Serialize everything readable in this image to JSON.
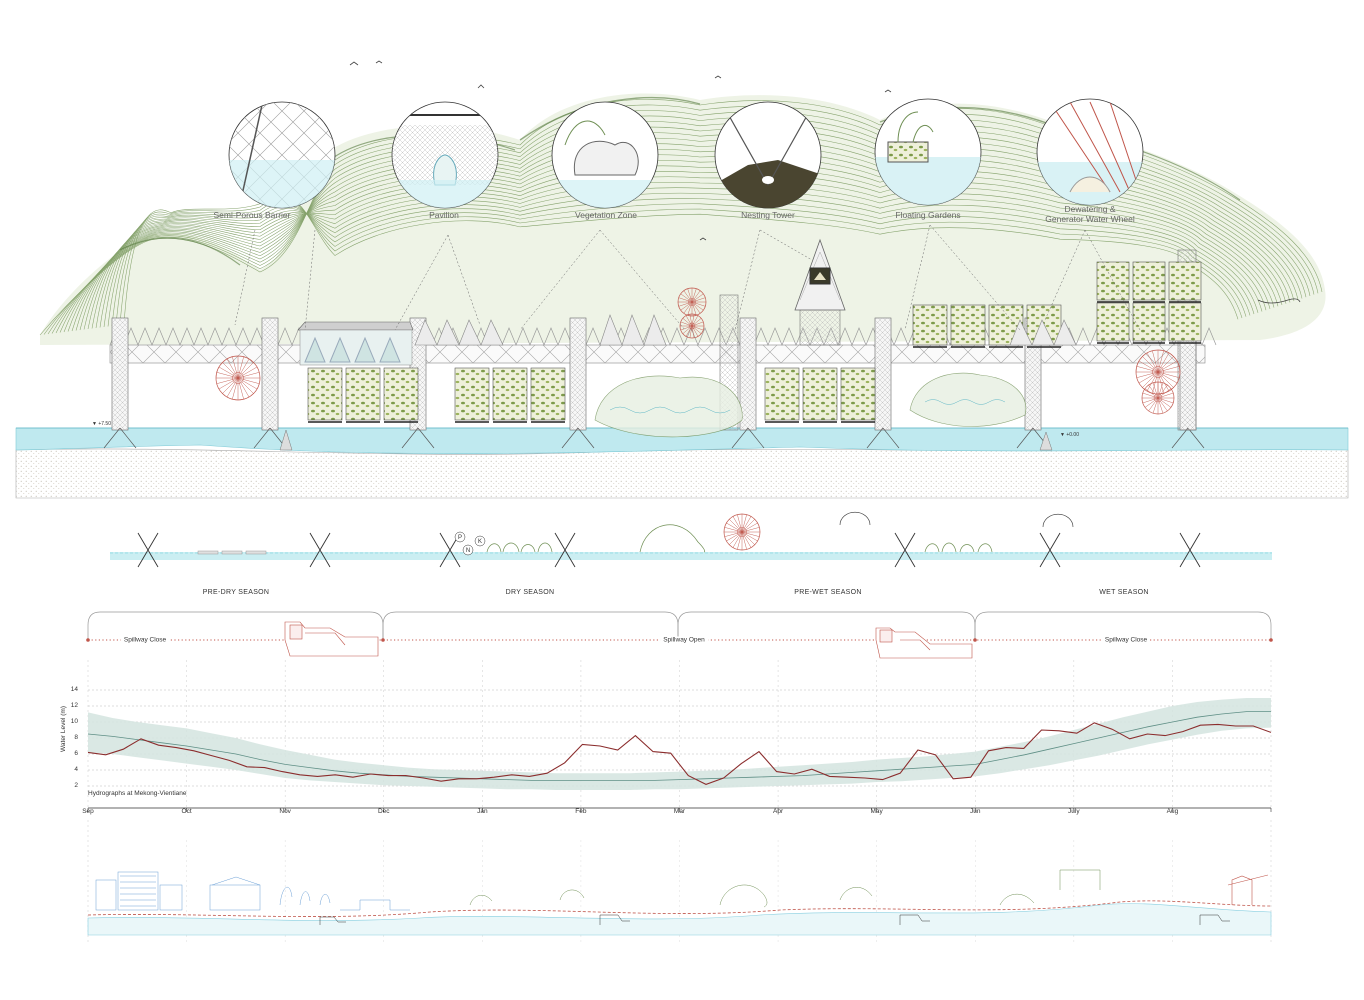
{
  "section": {
    "circles": [
      {
        "label": "Semi-Porous Barrier"
      },
      {
        "label": "Pavilion"
      },
      {
        "label": "Vegetation Zone"
      },
      {
        "label": "Nesting Tower"
      },
      {
        "label": "Floating Gardens"
      },
      {
        "label": "Dewatering & Generator Water Wheel"
      }
    ],
    "elevation_left": "▼ +7.50",
    "elevation_right": "▼ +0.00"
  },
  "seasons": [
    "PRE-DRY SEASON",
    "DRY SEASON",
    "PRE-WET SEASON",
    "WET SEASON"
  ],
  "spillway": {
    "left": "Spillway Close",
    "middle": "Spillway Open",
    "right": "Spillway Close"
  },
  "colors": {
    "water": "#bfe9ef",
    "contour": "#6f8f54",
    "accent": "#c0564b",
    "band": "#d3e4df",
    "mean": "#5f8f86",
    "observed": "#8b2d2d"
  },
  "chart_data": {
    "type": "line",
    "title": "Hydrographs at Mekong-Vientiane",
    "xlabel": "",
    "ylabel": "Water Level (m)",
    "categories": [
      "Sep",
      "Oct",
      "Nov",
      "Dec",
      "Jan",
      "Feb",
      "Mar",
      "Apr",
      "May",
      "Jun",
      "July",
      "Aug"
    ],
    "yticks": [
      2,
      4,
      6,
      8,
      10,
      12,
      14
    ],
    "ylim": [
      0,
      14
    ],
    "grid": true,
    "legend": "none",
    "x": [
      0,
      0.25,
      0.5,
      0.75,
      1,
      1.25,
      1.5,
      1.75,
      2,
      2.25,
      2.5,
      2.75,
      3,
      3.25,
      3.5,
      3.75,
      4,
      4.25,
      4.5,
      4.75,
      5,
      5.25,
      5.5,
      5.75,
      6,
      6.25,
      6.5,
      6.75,
      7,
      7.25,
      7.5,
      7.75,
      8,
      8.25,
      8.5,
      8.75,
      9,
      9.25,
      9.5,
      9.75,
      10,
      10.25,
      10.5,
      10.75,
      11,
      11.25,
      11.5,
      11.75,
      12
    ],
    "series": [
      {
        "role": "band_upper",
        "values": [
          11.2,
          10.5,
          10,
          9.6,
          9.2,
          8.6,
          8,
          7.2,
          6.5,
          5.9,
          5.3,
          4.9,
          4.6,
          4.3,
          4.1,
          4,
          3.9,
          3.8,
          3.7,
          3.6,
          3.6,
          3.6,
          3.6,
          3.7,
          3.8,
          3.9,
          4,
          4.2,
          4.4,
          4.6,
          4.8,
          5,
          5.3,
          5.5,
          5.7,
          6,
          6.3,
          6.9,
          7.5,
          8.2,
          9,
          9.8,
          10.6,
          11.3,
          12,
          12.5,
          12.8,
          13,
          13
        ]
      },
      {
        "role": "mean",
        "values": [
          8.5,
          8.2,
          7.8,
          7.4,
          7,
          6.5,
          6,
          5.3,
          4.7,
          4.3,
          3.9,
          3.6,
          3.4,
          3.2,
          3.1,
          3,
          2.9,
          2.8,
          2.7,
          2.7,
          2.7,
          2.7,
          2.7,
          2.7,
          2.8,
          2.9,
          3,
          3.1,
          3.2,
          3.3,
          3.5,
          3.7,
          3.9,
          4.1,
          4.3,
          4.5,
          4.7,
          5.3,
          5.9,
          6.6,
          7.3,
          8,
          8.7,
          9.4,
          10,
          10.6,
          11,
          11.3,
          11.3
        ]
      },
      {
        "role": "band_lower",
        "values": [
          6.2,
          6,
          5.6,
          5.2,
          4.8,
          4.4,
          4,
          3.5,
          3,
          2.7,
          2.5,
          2.3,
          2.1,
          2,
          1.9,
          1.8,
          1.7,
          1.6,
          1.6,
          1.5,
          1.5,
          1.5,
          1.5,
          1.6,
          1.6,
          1.7,
          1.8,
          1.9,
          2,
          2.1,
          2.2,
          2.3,
          2.5,
          2.6,
          2.8,
          3,
          3.2,
          3.6,
          4.1,
          4.6,
          5.2,
          5.8,
          6.5,
          7.2,
          7.8,
          8.4,
          8.9,
          9.2,
          9.3
        ]
      },
      {
        "role": "observed",
        "values": [
          6.2,
          5.9,
          6.6,
          7.9,
          7.1,
          6.8,
          6.4,
          5.8,
          5.2,
          4.4,
          4.3,
          3.8,
          3.4,
          3.2,
          3.4,
          3.1,
          3.5,
          3.3,
          3.3,
          3.0,
          2.6,
          2.9,
          2.9,
          3.1,
          3.4,
          3.2,
          3.6,
          4.9,
          7.2,
          7.0,
          6.5,
          8.3,
          6.3,
          6.1,
          3.3,
          2.2,
          3.0,
          4.8,
          6.3,
          3.8,
          3.5,
          4.1,
          3.2,
          3.1,
          3.0,
          2.8,
          3.6,
          6.5,
          5.9,
          2.9,
          3.1,
          6.4,
          6.8,
          6.7,
          9.0,
          8.9,
          8.6,
          9.9,
          9.1,
          7.9,
          8.5,
          8.3,
          8.8,
          9.6,
          9.7,
          9.5,
          9.5,
          8.7
        ]
      }
    ]
  }
}
